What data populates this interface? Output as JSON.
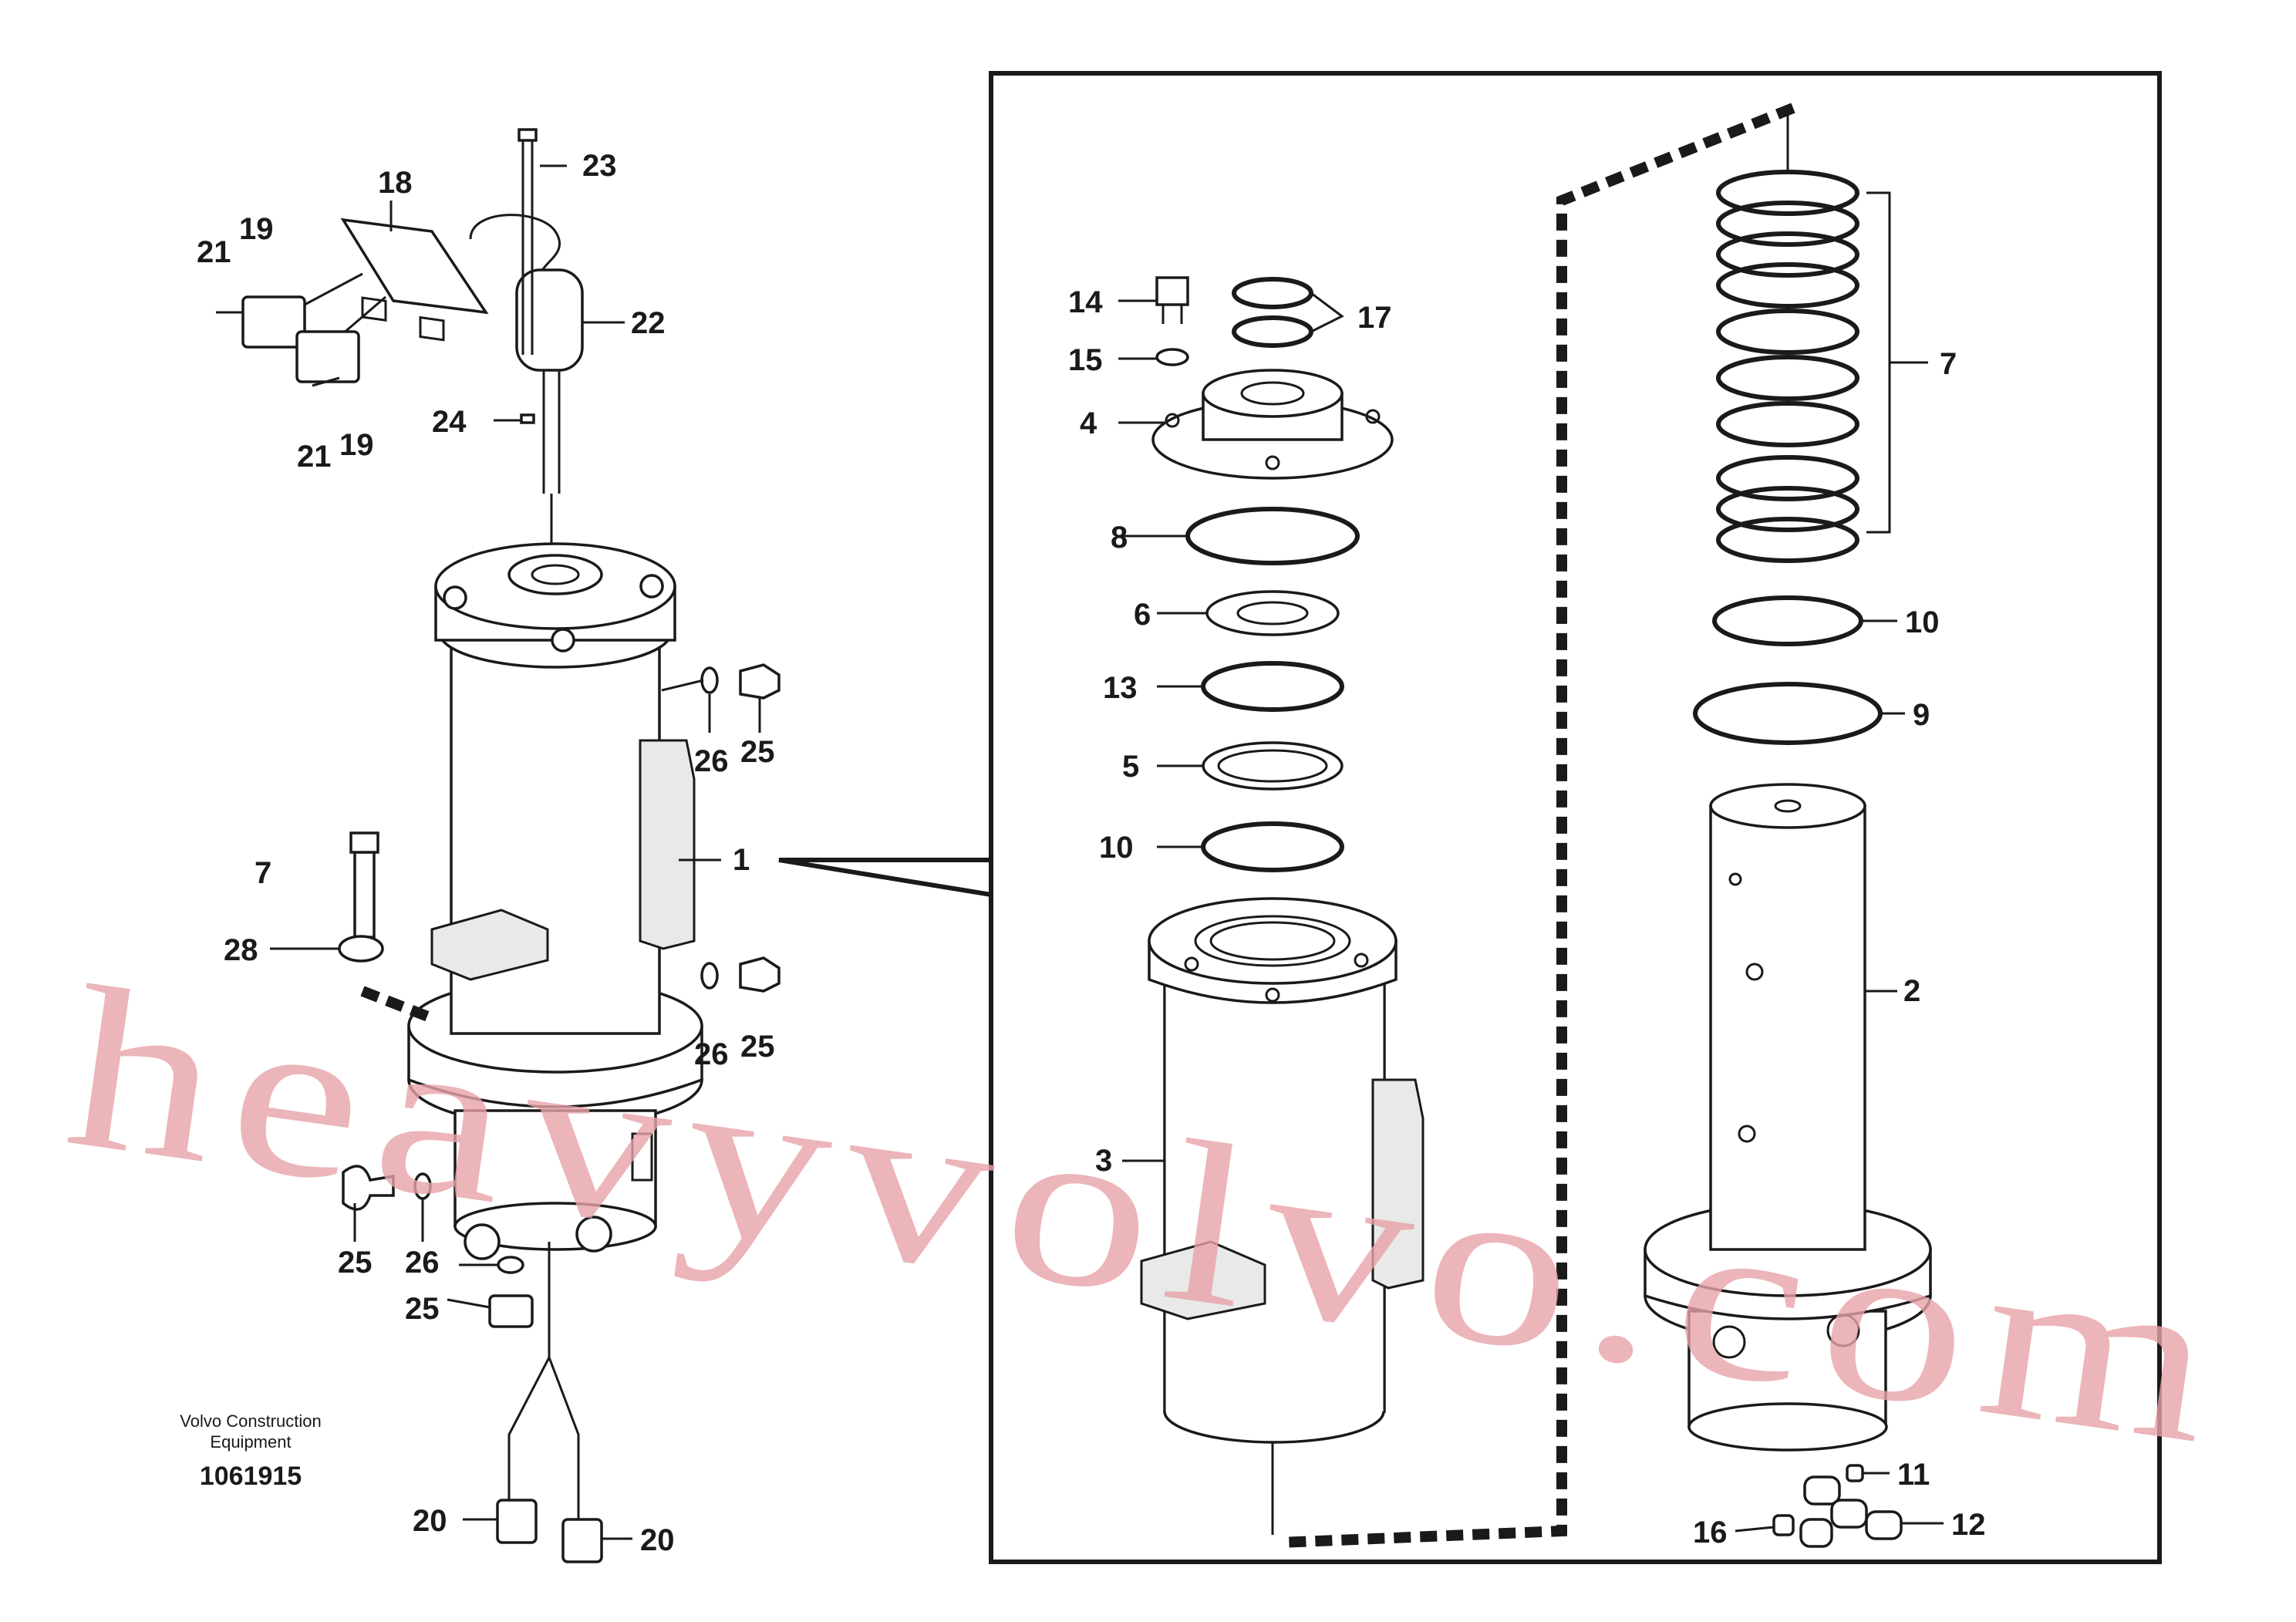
{
  "watermark": "heavyvolvo.com",
  "credit": {
    "line1": "Volvo Construction",
    "line2": "Equipment",
    "document_number": "1061915"
  },
  "callouts": {
    "c1": "1",
    "c2": "2",
    "c3": "3",
    "c4": "4",
    "c5": "5",
    "c6": "6",
    "c7a": "7",
    "c7b": "7",
    "c8": "8",
    "c9": "9",
    "c10a": "10",
    "c10b": "10",
    "c11": "11",
    "c12": "12",
    "c13": "13",
    "c14": "14",
    "c15": "15",
    "c16": "16",
    "c17": "17",
    "c18": "18",
    "c19a": "19",
    "c19b": "19",
    "c20a": "20",
    "c20b": "20",
    "c21a": "21",
    "c21b": "21",
    "c22": "22",
    "c23": "23",
    "c24": "24",
    "c25a": "25",
    "c25b": "25",
    "c25c": "25",
    "c25d": "25",
    "c26a": "26",
    "c26b": "26",
    "c26c": "26",
    "c28": "28"
  }
}
